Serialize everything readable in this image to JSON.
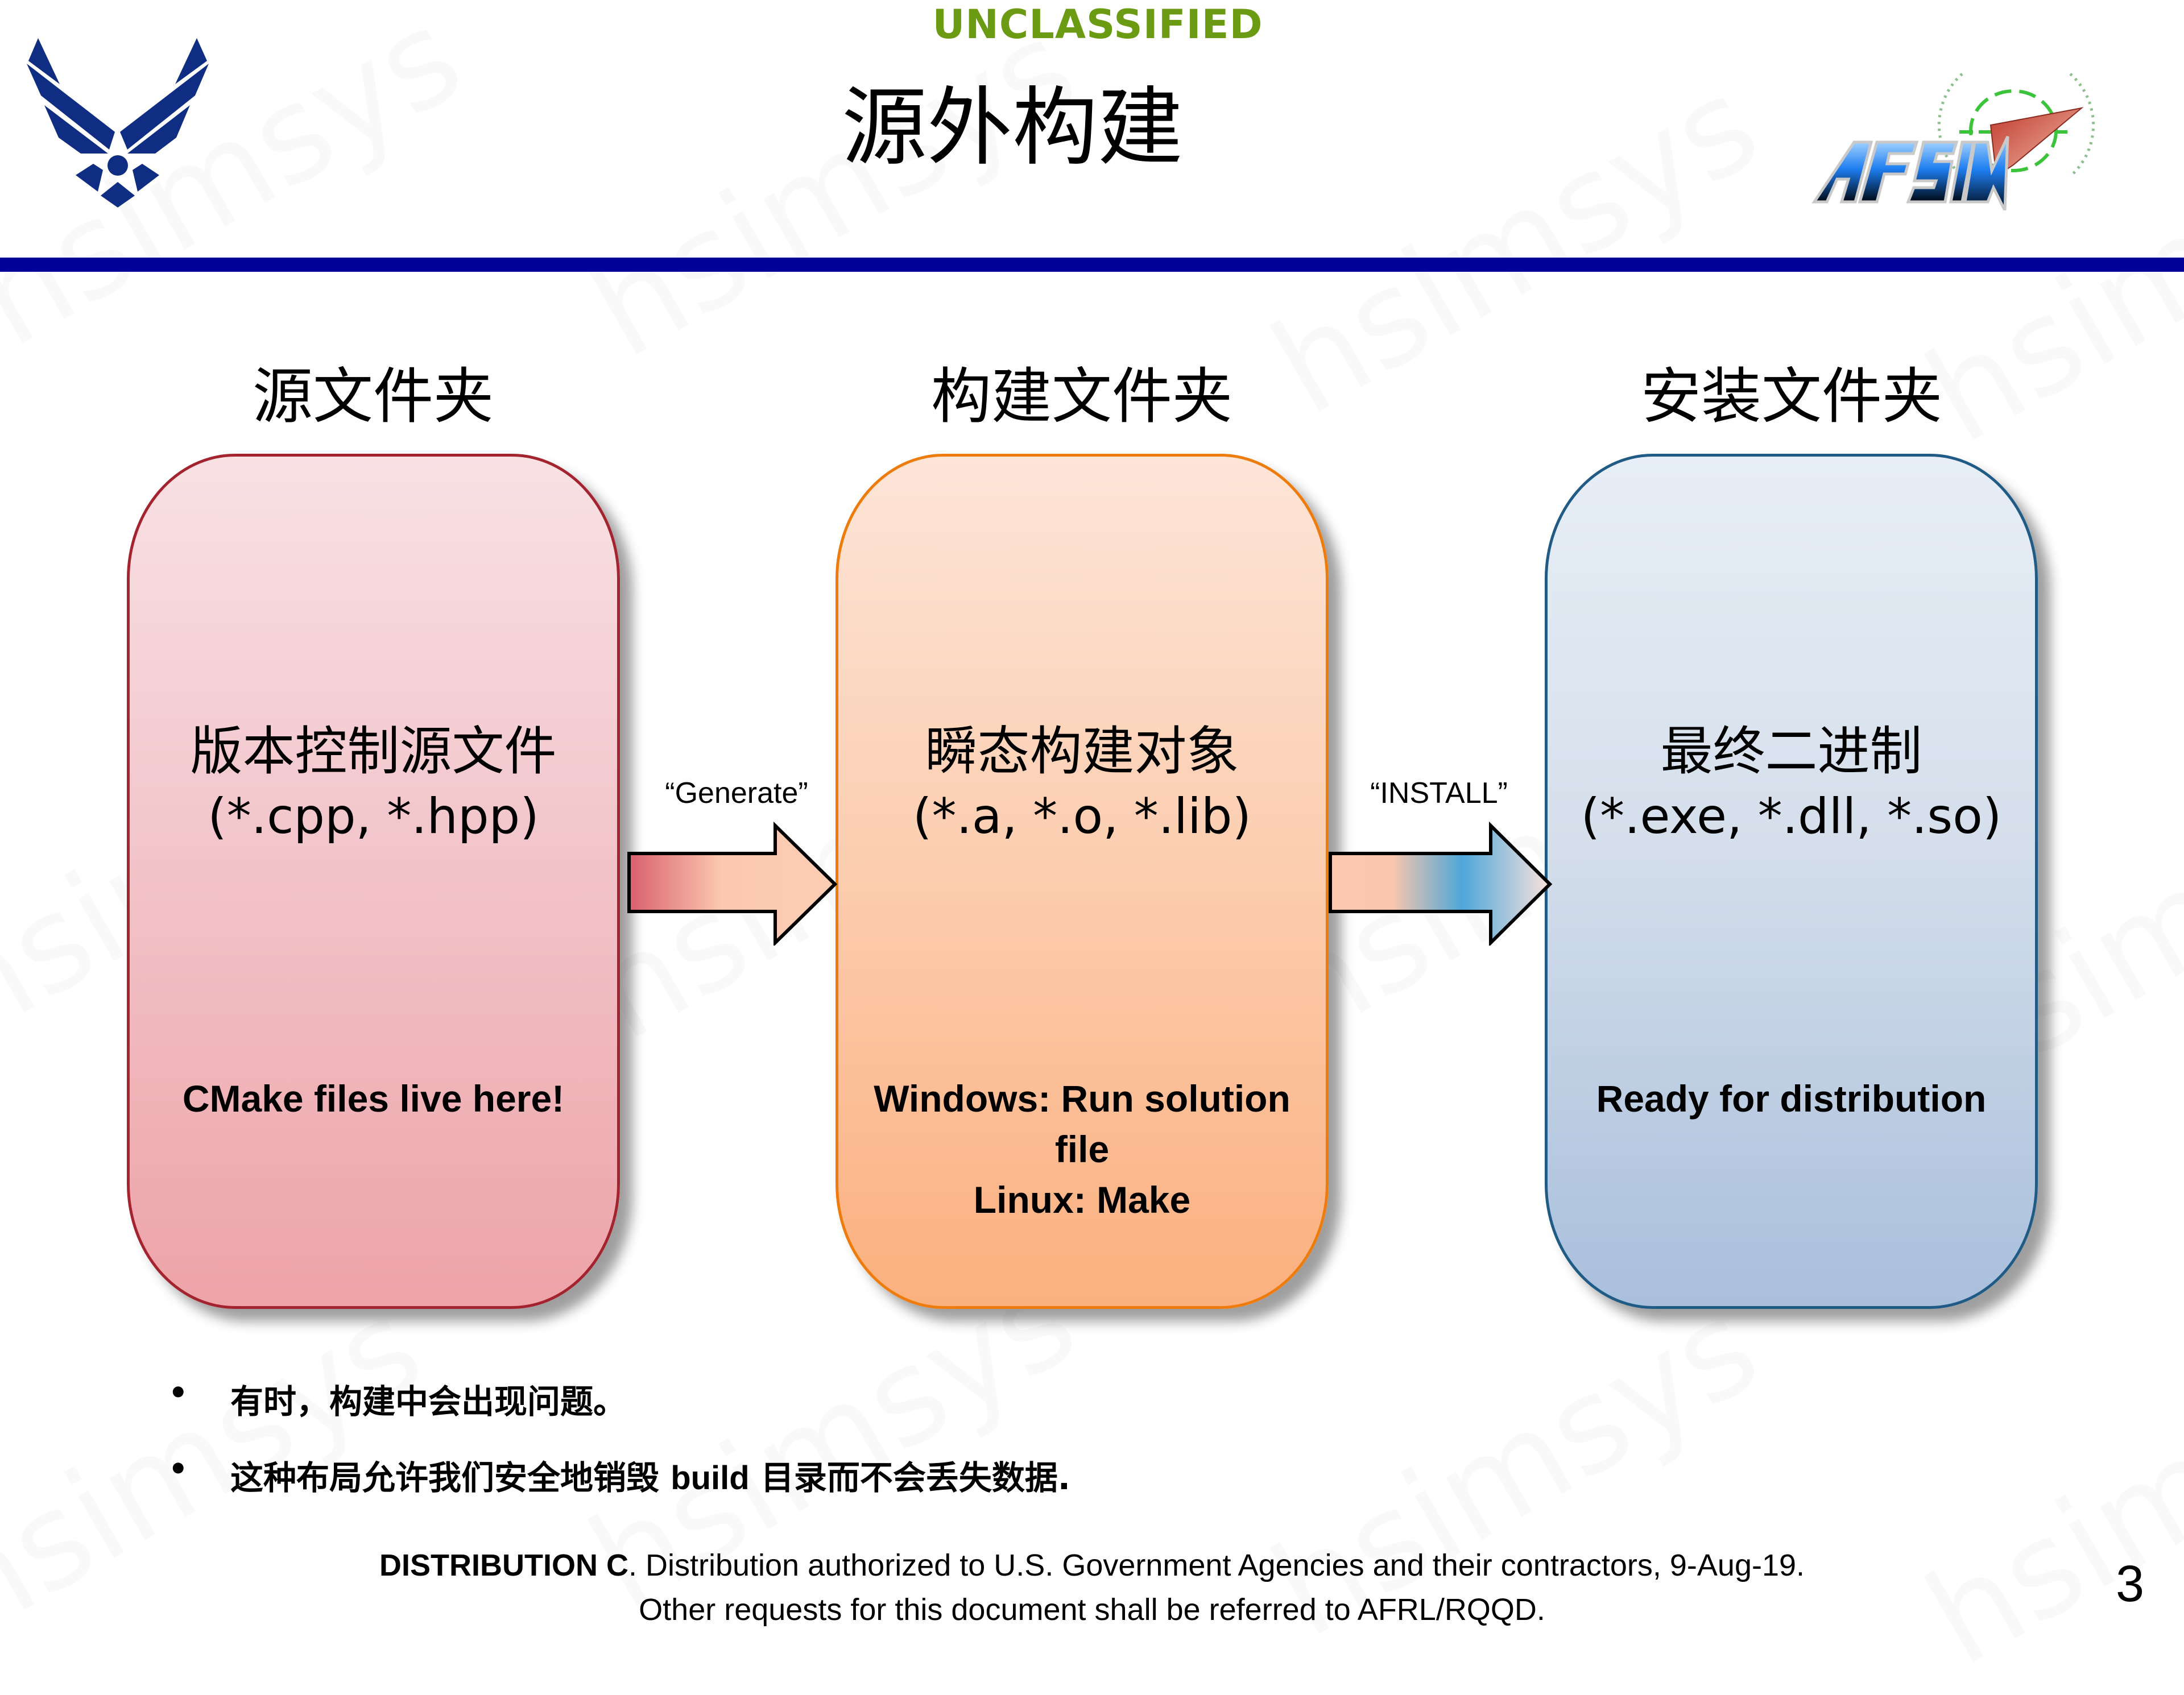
{
  "header": {
    "classification": "UNCLASSIFIED",
    "title": "源外构建",
    "left_logo": "us-air-force-wings-icon",
    "right_logo": "afsim-logo"
  },
  "watermark": "hsimsys",
  "columns": [
    {
      "title": "源文件夹",
      "main_cn": "版本控制源文件",
      "main_ext": "(*.cpp, *.hpp)",
      "note": [
        "CMake files live here!"
      ],
      "border_color": "#a3242f",
      "fill_color": "#f2c6cb"
    },
    {
      "title": "构建文件夹",
      "main_cn": "瞬态构建对象",
      "main_ext": "(*.a, *.o, *.lib)",
      "note": [
        "Windows: Run solution",
        "file",
        "Linux: Make"
      ],
      "border_color": "#ee7c0d",
      "fill_color": "#fccfb2"
    },
    {
      "title": "安装文件夹",
      "main_cn": "最终二进制",
      "main_ext": "(*.exe, *.dll, *.so)",
      "note": [
        "Ready for distribution"
      ],
      "border_color": "#1f5b85",
      "fill_color": "#d5dfeb"
    }
  ],
  "arrows": [
    {
      "label": "“Generate”",
      "from": "源文件夹",
      "to": "构建文件夹"
    },
    {
      "label": "“INSTALL”",
      "from": "构建文件夹",
      "to": "安装文件夹"
    }
  ],
  "bullets": [
    {
      "text": "有时，构建中会出现问题。"
    },
    {
      "text_before": "这种布局允许我们安全地销毁 ",
      "bold": "build",
      "text_after": " 目录而不会丢失数据."
    }
  ],
  "footer": {
    "line1_bold": "DISTRIBUTION C",
    "line1_rest": ". Distribution authorized to U.S. Government Agencies and their contractors, 9-Aug-19.",
    "line2": "Other requests for this document shall be referred to AFRL/RQQD."
  },
  "page_number": "3",
  "colors": {
    "classification": "#6b9b13",
    "rule": "#000099",
    "af_logo": "#0f2d82"
  }
}
